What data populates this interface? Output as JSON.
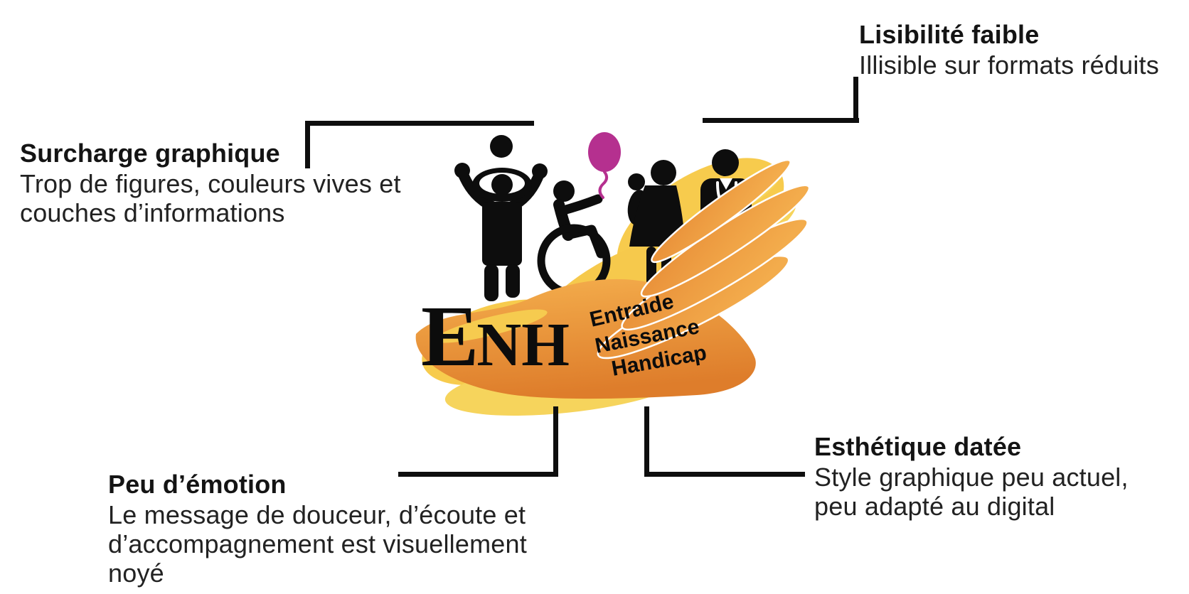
{
  "page": {
    "background": "#ffffff"
  },
  "logo": {
    "acronym_initial": "E",
    "acronym_rest": "NH",
    "words": [
      "Entraide",
      "Naissance",
      "Handicap"
    ],
    "colors": {
      "hand_orange_light": "#F5B04E",
      "hand_orange_dark": "#DE7D2B",
      "hand_yellow": "#F7CB4D",
      "hand_yellow_pale": "#F6D45C",
      "figures_black": "#0D0D0D",
      "balloon_magenta": "#B5308F"
    }
  },
  "annotations": {
    "surcharge": {
      "title": "Surcharge graphique",
      "lines": [
        "Trop de figures, couleurs vives et",
        "couches d’informations"
      ]
    },
    "lisibilite": {
      "title": "Lisibilité faible",
      "lines": [
        "Illisible sur formats réduits"
      ]
    },
    "emotion": {
      "title": "Peu d’émotion",
      "lines": [
        "Le message de douceur, d’écoute et",
        "d’accompagnement est visuellement",
        "noyé"
      ]
    },
    "esthetique": {
      "title": "Esthétique datée",
      "lines": [
        "Style graphique peu actuel,",
        "peu adapté au digital"
      ]
    }
  }
}
